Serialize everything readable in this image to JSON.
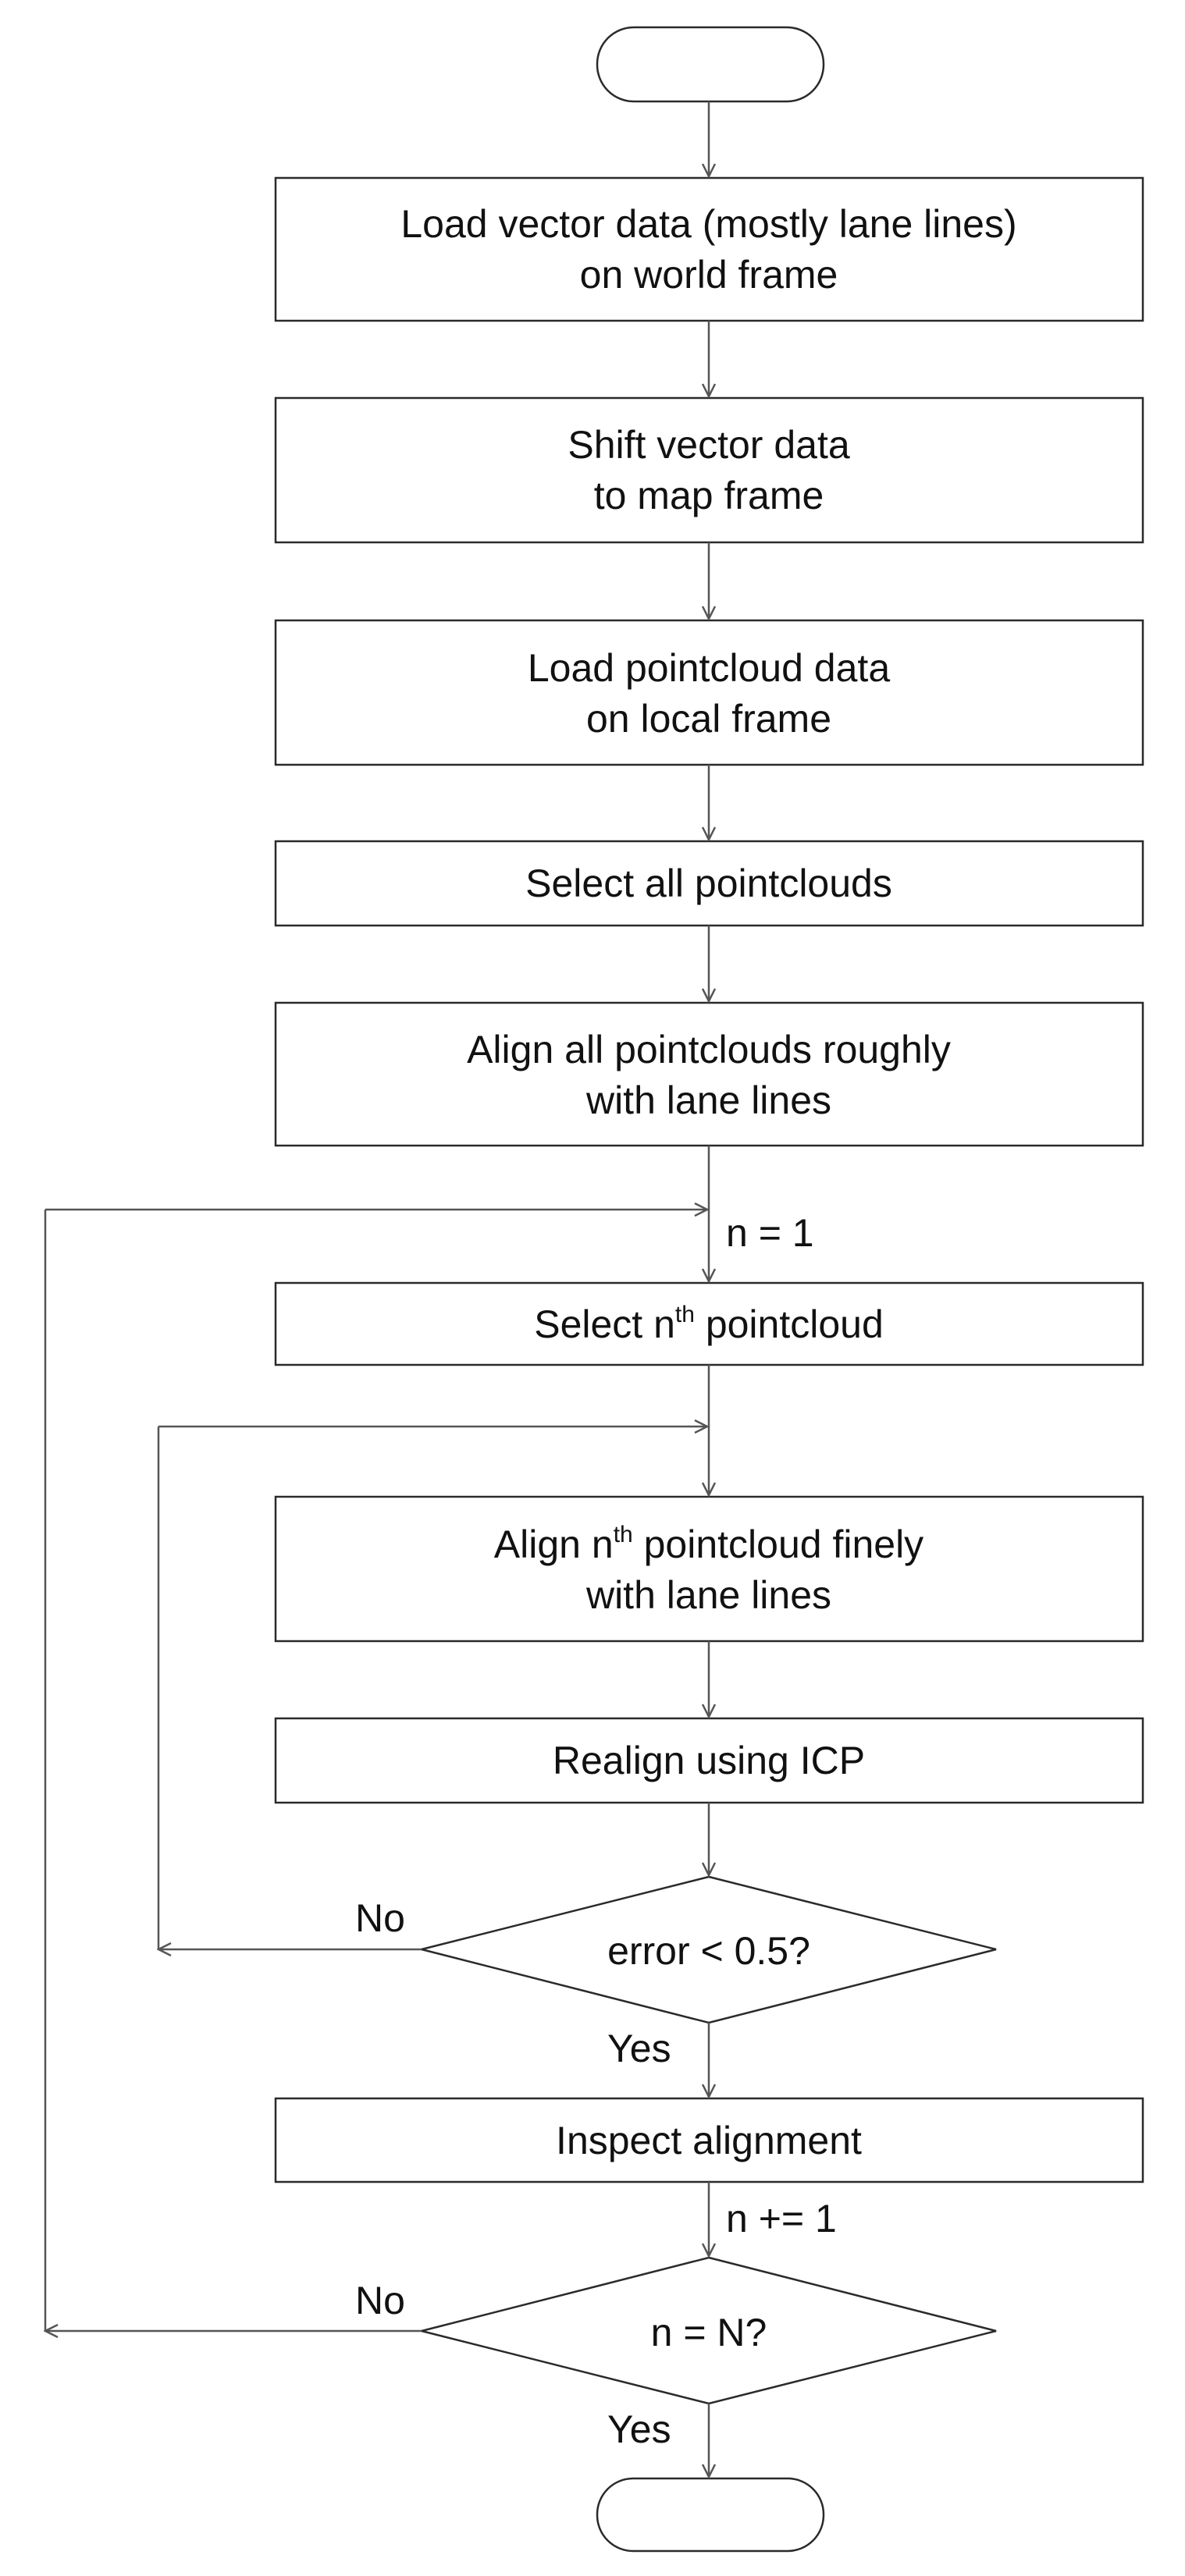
{
  "steps": {
    "load_vector": [
      "Load vector data (mostly lane lines)",
      "on world frame"
    ],
    "shift_vector": [
      "Shift vector data",
      "to map frame"
    ],
    "load_pointcloud": [
      "Load pointcloud data",
      "on local frame"
    ],
    "select_all": "Select all pointclouds",
    "align_roughly": [
      "Align all pointclouds roughly",
      "with lane lines"
    ],
    "select_nth": {
      "before": "Select n",
      "sup": "th",
      "after": " pointcloud"
    },
    "align_finely": {
      "before": "Align n",
      "sup": "th",
      "after": " pointcloud finely",
      "line2": "with lane lines"
    },
    "realign_icp": "Realign using ICP",
    "inspect": "Inspect alignment"
  },
  "decisions": {
    "error_check": "error < 0.5?",
    "n_check": "n = N?"
  },
  "labels": {
    "n_init": "n = 1",
    "n_increment": "n += 1",
    "no_1": "No",
    "yes_1": "Yes",
    "no_2": "No",
    "yes_2": "Yes"
  }
}
